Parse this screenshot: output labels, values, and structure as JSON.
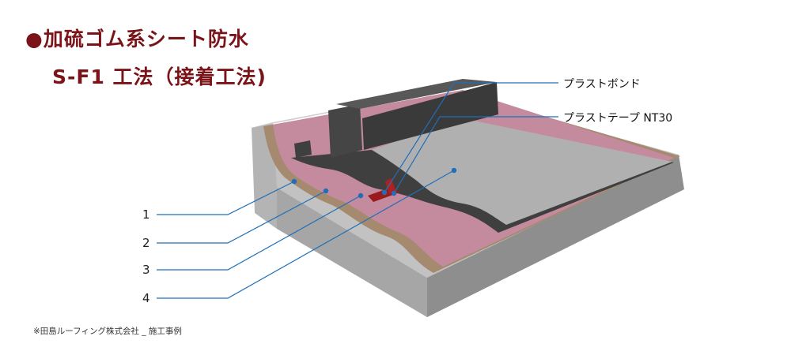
{
  "title": {
    "line1": "●加硫ゴム系シート防水",
    "line2": "S-F1 工法（接着工法)"
  },
  "labels": {
    "items": [
      {
        "number": "1"
      },
      {
        "number": "2"
      },
      {
        "number": "3"
      },
      {
        "number": "4"
      }
    ],
    "callouts": [
      {
        "text": "プラストボンド"
      },
      {
        "text": "プラストテープ NT30"
      }
    ]
  },
  "credit": "※田島ルーフィング株式会社 _ 施工事例",
  "colors": {
    "title": "#7a1418",
    "concrete": "#b9b9b9",
    "insulation": "#c48a9e",
    "primer": "#a68a70",
    "membrane": "#3f3f3f",
    "topcoat": "#b0b0b0",
    "tape": "#9a1b1b",
    "leader": "#1f6fb8"
  }
}
